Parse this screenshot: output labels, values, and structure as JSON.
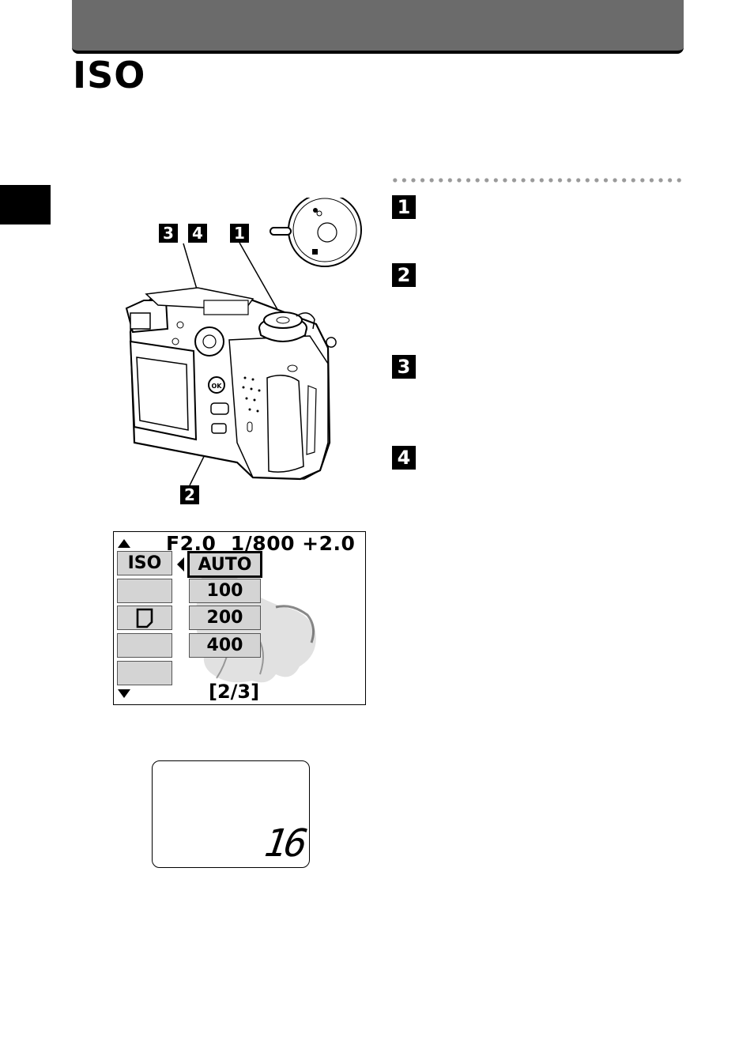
{
  "header": {
    "title": "ISO"
  },
  "illustration": {
    "callouts": [
      "3",
      "4",
      "1",
      "2"
    ],
    "ok_button_label": "OK"
  },
  "steps": [
    "1",
    "2",
    "3",
    "4"
  ],
  "lcd_menu": {
    "status_line": "F2.0  1/800 +2.0",
    "side_items": [
      "ISO",
      "",
      "",
      "",
      ""
    ],
    "options": [
      "AUTO",
      "100",
      "200",
      "400"
    ],
    "selected_option": "AUTO",
    "page_indicator": "[2/3]"
  },
  "control_panel": {
    "frames_remaining": "16"
  }
}
